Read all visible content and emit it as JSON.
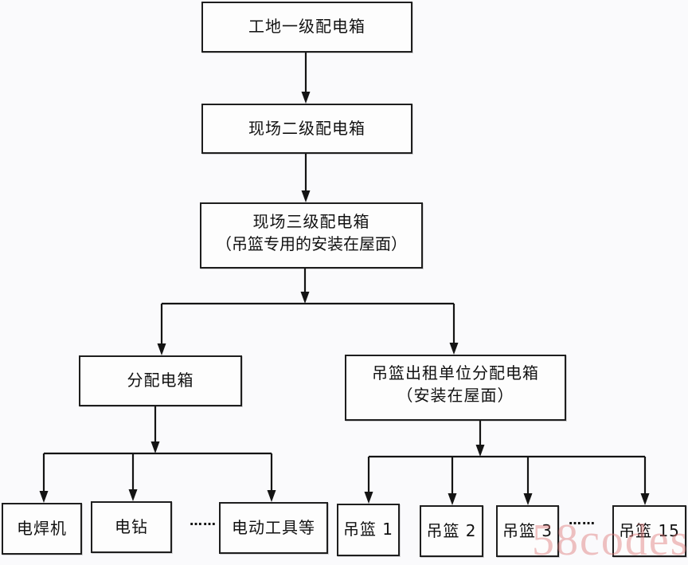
{
  "diagram": {
    "type": "flowchart",
    "title": "吊篮临时用电配电系统",
    "nodes": [
      {
        "id": "level1",
        "lines": [
          "工地一级配电箱"
        ]
      },
      {
        "id": "level2",
        "lines": [
          "现场二级配电箱"
        ]
      },
      {
        "id": "level3",
        "lines": [
          "现场三级配电箱",
          "（吊篮专用的安装在屋面）"
        ]
      },
      {
        "id": "sub-distribution",
        "lines": [
          "分配电箱"
        ]
      },
      {
        "id": "rental-distribution",
        "lines": [
          "吊篮出租单位分配电箱",
          "（安装在屋面）"
        ]
      },
      {
        "id": "welder",
        "lines": [
          "电焊机"
        ]
      },
      {
        "id": "drill",
        "lines": [
          "电钻"
        ]
      },
      {
        "id": "power-tools",
        "lines": [
          "电动工具等"
        ]
      },
      {
        "id": "basket-1",
        "lines": [
          "吊篮 1"
        ]
      },
      {
        "id": "basket-2",
        "lines": [
          "吊篮 2"
        ]
      },
      {
        "id": "basket-3",
        "lines": [
          "吊篮 3"
        ]
      },
      {
        "id": "basket-15",
        "lines": [
          "吊篮 15"
        ]
      }
    ],
    "edges": [
      {
        "from": "level1",
        "to": "level2"
      },
      {
        "from": "level2",
        "to": "level3"
      },
      {
        "from": "level3",
        "to": "sub-distribution"
      },
      {
        "from": "level3",
        "to": "rental-distribution"
      },
      {
        "from": "sub-distribution",
        "to": "welder"
      },
      {
        "from": "sub-distribution",
        "to": "drill"
      },
      {
        "from": "sub-distribution",
        "to": "power-tools"
      },
      {
        "from": "rental-distribution",
        "to": "basket-1"
      },
      {
        "from": "rental-distribution",
        "to": "basket-2"
      },
      {
        "from": "rental-distribution",
        "to": "basket-3"
      },
      {
        "from": "rental-distribution",
        "to": "basket-15"
      }
    ],
    "ellipses": {
      "tools": "……",
      "baskets": "……"
    }
  },
  "watermark": {
    "text": "58codes",
    "color": "#de7878"
  },
  "colors": {
    "line": "#141414",
    "box_border": "#1e1e1e",
    "background": "#fafafc"
  }
}
